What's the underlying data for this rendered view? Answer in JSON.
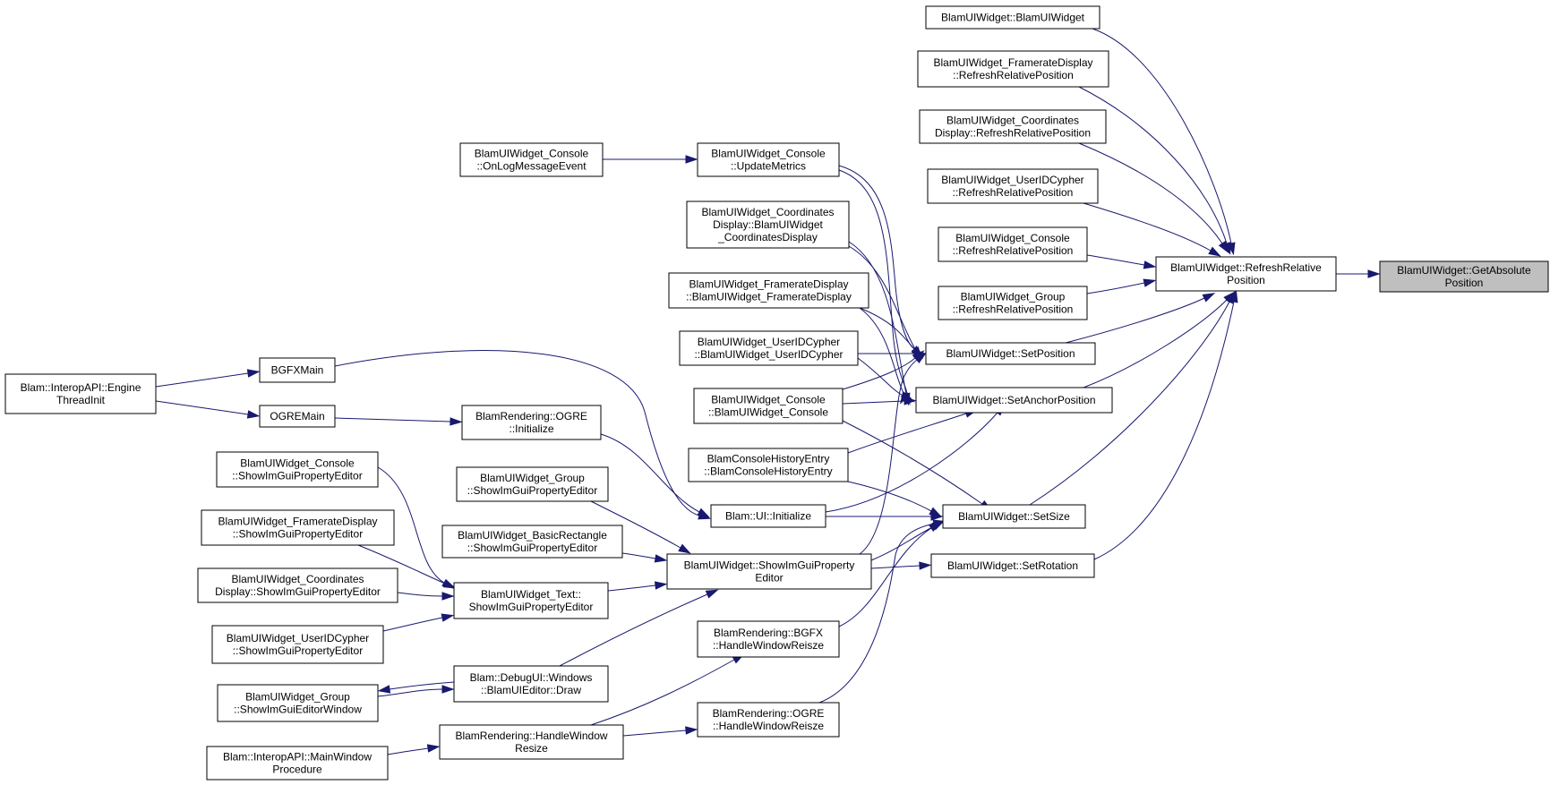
{
  "colors": {
    "edge": "#191970",
    "node_border": "#000000",
    "node_fill": "#ffffff",
    "highlight_fill": "#bfbfbf"
  },
  "nodes": [
    {
      "id": "getabs",
      "lines": [
        "BlamUIWidget::GetAbsolute",
        "Position"
      ],
      "highlight": true
    },
    {
      "id": "refrel",
      "lines": [
        "BlamUIWidget::RefreshRelative",
        "Position"
      ]
    },
    {
      "id": "ctor",
      "lines": [
        "BlamUIWidget::BlamUIWidget"
      ]
    },
    {
      "id": "fr_refresh",
      "lines": [
        "BlamUIWidget_FramerateDisplay",
        "::RefreshRelativePosition"
      ]
    },
    {
      "id": "co_refresh",
      "lines": [
        "BlamUIWidget_Coordinates",
        "Display::RefreshRelativePosition"
      ]
    },
    {
      "id": "uid_refresh",
      "lines": [
        "BlamUIWidget_UserIDCypher",
        "::RefreshRelativePosition"
      ]
    },
    {
      "id": "con_refresh",
      "lines": [
        "BlamUIWidget_Console",
        "::RefreshRelativePosition"
      ]
    },
    {
      "id": "grp_refresh",
      "lines": [
        "BlamUIWidget_Group",
        "::RefreshRelativePosition"
      ]
    },
    {
      "id": "setpos",
      "lines": [
        "BlamUIWidget::SetPosition"
      ]
    },
    {
      "id": "setanchor",
      "lines": [
        "BlamUIWidget::SetAnchorPosition"
      ]
    },
    {
      "id": "setsize",
      "lines": [
        "BlamUIWidget::SetSize"
      ]
    },
    {
      "id": "setrot",
      "lines": [
        "BlamUIWidget::SetRotation"
      ]
    },
    {
      "id": "con_update",
      "lines": [
        "BlamUIWidget_Console",
        "::UpdateMetrics"
      ]
    },
    {
      "id": "con_onlog",
      "lines": [
        "BlamUIWidget_Console",
        "::OnLogMessageEvent"
      ]
    },
    {
      "id": "co_ctor",
      "lines": [
        "BlamUIWidget_Coordinates",
        "Display::BlamUIWidget",
        "_CoordinatesDisplay"
      ]
    },
    {
      "id": "fr_ctor",
      "lines": [
        "BlamUIWidget_FramerateDisplay",
        "::BlamUIWidget_FramerateDisplay"
      ]
    },
    {
      "id": "uid_ctor",
      "lines": [
        "BlamUIWidget_UserIDCypher",
        "::BlamUIWidget_UserIDCypher"
      ]
    },
    {
      "id": "con_ctor",
      "lines": [
        "BlamUIWidget_Console",
        "::BlamUIWidget_Console"
      ]
    },
    {
      "id": "hist_ctor",
      "lines": [
        "BlamConsoleHistoryEntry",
        "::BlamConsoleHistoryEntry"
      ]
    },
    {
      "id": "ui_init",
      "lines": [
        "Blam::UI::Initialize"
      ]
    },
    {
      "id": "showimgui",
      "lines": [
        "BlamUIWidget::ShowImGuiProperty",
        "Editor"
      ]
    },
    {
      "id": "bgfx_resize",
      "lines": [
        "BlamRendering::BGFX",
        "::HandleWindowReisze"
      ]
    },
    {
      "id": "ogre_resize",
      "lines": [
        "BlamRendering::OGRE",
        "::HandleWindowReisze"
      ]
    },
    {
      "id": "bgfxmain",
      "lines": [
        "BGFXMain"
      ]
    },
    {
      "id": "ogremain",
      "lines": [
        "OGREMain"
      ]
    },
    {
      "id": "engine_init",
      "lines": [
        "Blam::InteropAPI::Engine",
        "ThreadInit"
      ]
    },
    {
      "id": "ogre_init",
      "lines": [
        "BlamRendering::OGRE",
        "::Initialize"
      ]
    },
    {
      "id": "grp_show",
      "lines": [
        "BlamUIWidget_Group",
        "::ShowImGuiPropertyEditor"
      ]
    },
    {
      "id": "rect_show",
      "lines": [
        "BlamUIWidget_BasicRectangle",
        "::ShowImGuiPropertyEditor"
      ]
    },
    {
      "id": "con_show",
      "lines": [
        "BlamUIWidget_Console",
        "::ShowImGuiPropertyEditor"
      ]
    },
    {
      "id": "fr_show",
      "lines": [
        "BlamUIWidget_FramerateDisplay",
        "::ShowImGuiPropertyEditor"
      ]
    },
    {
      "id": "co_show",
      "lines": [
        "BlamUIWidget_Coordinates",
        "Display::ShowImGuiPropertyEditor"
      ]
    },
    {
      "id": "uid_show",
      "lines": [
        "BlamUIWidget_UserIDCypher",
        "::ShowImGuiPropertyEditor"
      ]
    },
    {
      "id": "text_show",
      "lines": [
        "BlamUIWidget_Text::",
        "ShowImGuiPropertyEditor"
      ]
    },
    {
      "id": "uieditor_draw",
      "lines": [
        "Blam::DebugUI::Windows",
        "::BlamUIEditor::Draw"
      ]
    },
    {
      "id": "grp_window",
      "lines": [
        "BlamUIWidget_Group",
        "::ShowImGuiEditorWindow"
      ]
    },
    {
      "id": "handle_resize",
      "lines": [
        "BlamRendering::HandleWindow",
        "Resize"
      ]
    },
    {
      "id": "mainwndproc",
      "lines": [
        "Blam::InteropAPI::MainWindow",
        "Procedure"
      ]
    }
  ],
  "edges": [
    {
      "from": "refrel",
      "to": "getabs"
    },
    {
      "from": "ctor",
      "to": "refrel"
    },
    {
      "from": "fr_refresh",
      "to": "refrel"
    },
    {
      "from": "co_refresh",
      "to": "refrel"
    },
    {
      "from": "uid_refresh",
      "to": "refrel"
    },
    {
      "from": "con_refresh",
      "to": "refrel"
    },
    {
      "from": "grp_refresh",
      "to": "refrel"
    },
    {
      "from": "setpos",
      "to": "refrel"
    },
    {
      "from": "setanchor",
      "to": "refrel"
    },
    {
      "from": "setsize",
      "to": "refrel"
    },
    {
      "from": "setrot",
      "to": "refrel"
    },
    {
      "from": "con_update",
      "to": "setpos"
    },
    {
      "from": "con_update",
      "to": "setanchor"
    },
    {
      "from": "con_onlog",
      "to": "con_update"
    },
    {
      "from": "co_ctor",
      "to": "setpos"
    },
    {
      "from": "co_ctor",
      "to": "setanchor"
    },
    {
      "from": "fr_ctor",
      "to": "setpos"
    },
    {
      "from": "fr_ctor",
      "to": "setanchor"
    },
    {
      "from": "uid_ctor",
      "to": "setpos"
    },
    {
      "from": "uid_ctor",
      "to": "setanchor"
    },
    {
      "from": "con_ctor",
      "to": "setpos"
    },
    {
      "from": "con_ctor",
      "to": "setanchor"
    },
    {
      "from": "con_ctor",
      "to": "setsize"
    },
    {
      "from": "hist_ctor",
      "to": "setanchor"
    },
    {
      "from": "hist_ctor",
      "to": "setsize"
    },
    {
      "from": "ui_init",
      "to": "setsize"
    },
    {
      "from": "ui_init",
      "to": "setanchor"
    },
    {
      "from": "showimgui",
      "to": "setpos"
    },
    {
      "from": "showimgui",
      "to": "setsize"
    },
    {
      "from": "showimgui",
      "to": "setrot"
    },
    {
      "from": "bgfx_resize",
      "to": "setsize"
    },
    {
      "from": "ogre_resize",
      "to": "setsize"
    },
    {
      "from": "bgfxmain",
      "to": "ui_init"
    },
    {
      "from": "ogremain",
      "to": "ogre_init"
    },
    {
      "from": "engine_init",
      "to": "bgfxmain"
    },
    {
      "from": "engine_init",
      "to": "ogremain"
    },
    {
      "from": "ogre_init",
      "to": "ui_init"
    },
    {
      "from": "grp_show",
      "to": "showimgui"
    },
    {
      "from": "rect_show",
      "to": "showimgui"
    },
    {
      "from": "text_show",
      "to": "showimgui"
    },
    {
      "from": "uieditor_draw",
      "to": "showimgui"
    },
    {
      "from": "con_show",
      "to": "text_show"
    },
    {
      "from": "fr_show",
      "to": "text_show"
    },
    {
      "from": "co_show",
      "to": "text_show"
    },
    {
      "from": "uid_show",
      "to": "text_show"
    },
    {
      "from": "uieditor_draw",
      "to": "grp_window"
    },
    {
      "from": "grp_window",
      "to": "text_show"
    },
    {
      "from": "handle_resize",
      "to": "bgfx_resize"
    },
    {
      "from": "handle_resize",
      "to": "ogre_resize"
    },
    {
      "from": "mainwndproc",
      "to": "handle_resize"
    }
  ]
}
